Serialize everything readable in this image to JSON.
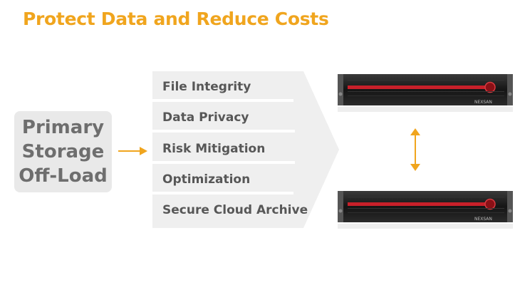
{
  "title": "Protect Data and Reduce Costs",
  "primary_box": {
    "lines": [
      "Primary",
      "Storage",
      "Off-Load"
    ]
  },
  "benefits": [
    "File Integrity",
    "Data Privacy",
    "Risk Mitigation",
    "Optimization",
    "Secure Cloud Archive"
  ],
  "server_brand": "NEXSAN",
  "colors": {
    "accent": "#f0a51e",
    "box_fill": "#e9e9e9",
    "chevron_fill": "#efefef",
    "text": "#575757",
    "server_stripe": "#c8202a"
  },
  "icons": {
    "input_arrow": "arrow-right-icon",
    "sync_arrow": "double-arrow-vertical-icon"
  }
}
